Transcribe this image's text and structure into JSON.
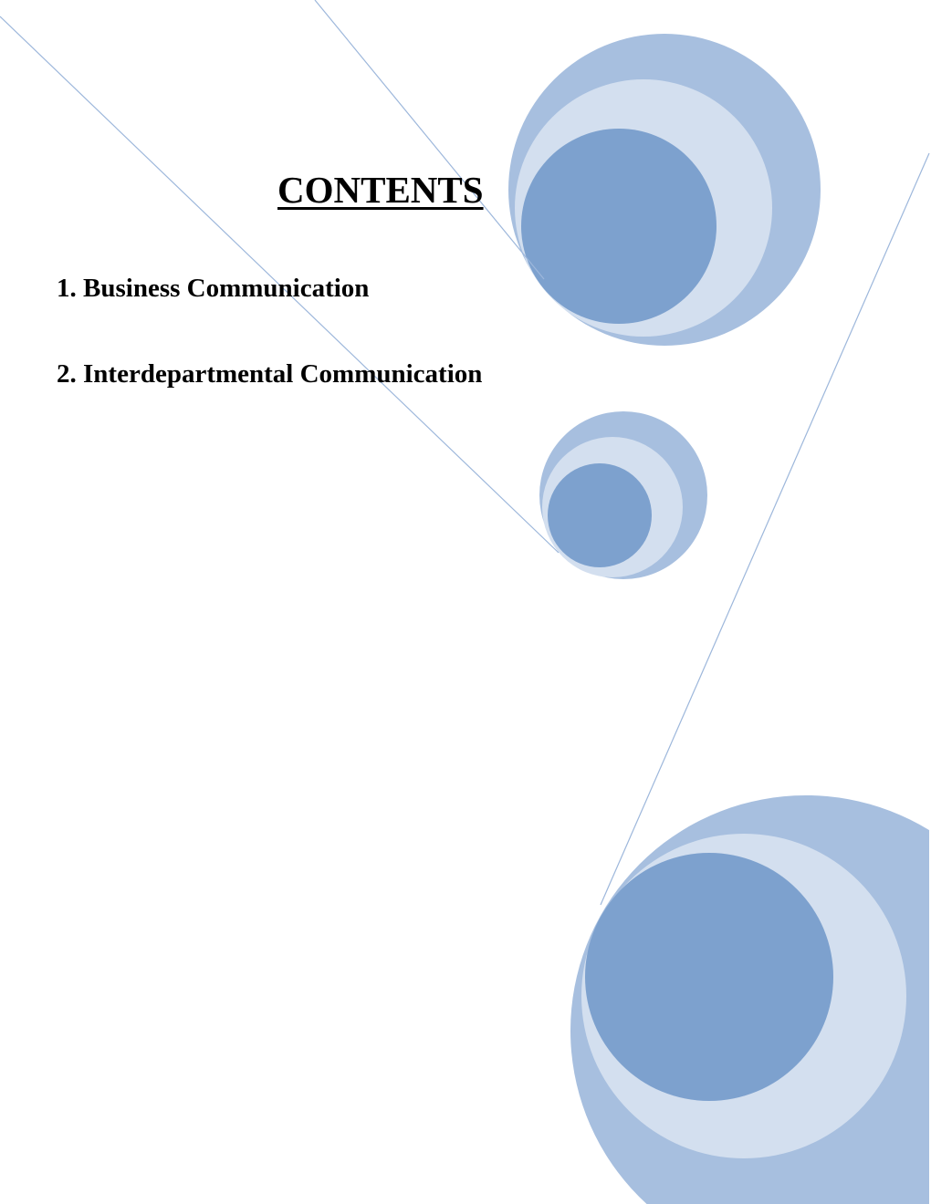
{
  "document": {
    "title": "CONTENTS",
    "items": [
      {
        "label": "1. Business Communication"
      },
      {
        "label": "2. Interdepartmental Communication"
      }
    ]
  },
  "colors": {
    "outer_circle": "#a7bfdf",
    "middle_circle": "#d3dfef",
    "inner_circle": "#7da1ce",
    "line": "#9db7db"
  }
}
